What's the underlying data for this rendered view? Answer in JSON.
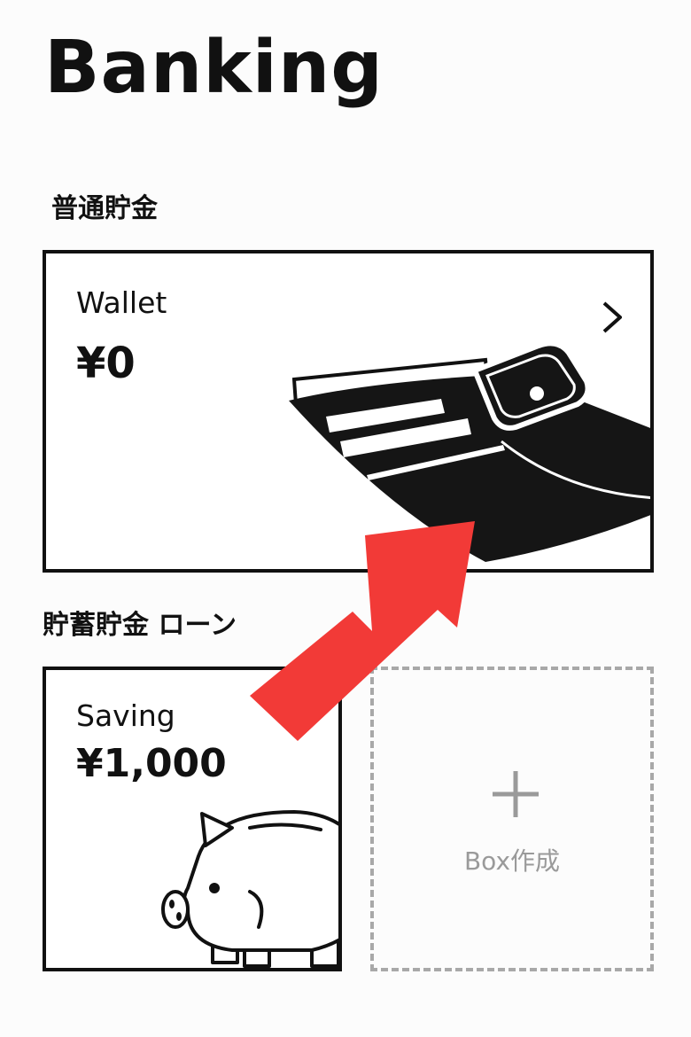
{
  "header": {
    "title": "Banking"
  },
  "sections": {
    "ordinary": {
      "label": "普通貯金"
    },
    "savings": {
      "label": "貯蓄貯金 ローン"
    }
  },
  "cards": {
    "wallet": {
      "name": "Wallet",
      "amount": "¥0",
      "icon": "wallet-illustration"
    },
    "saving": {
      "name": "Saving",
      "amount": "¥1,000",
      "icon": "piggy-bank-illustration"
    }
  },
  "create_box": {
    "label": "Box作成",
    "icon": "plus-icon"
  },
  "colors": {
    "accent_arrow": "#f23a37",
    "text": "#111111",
    "muted": "#9a9a9a"
  }
}
